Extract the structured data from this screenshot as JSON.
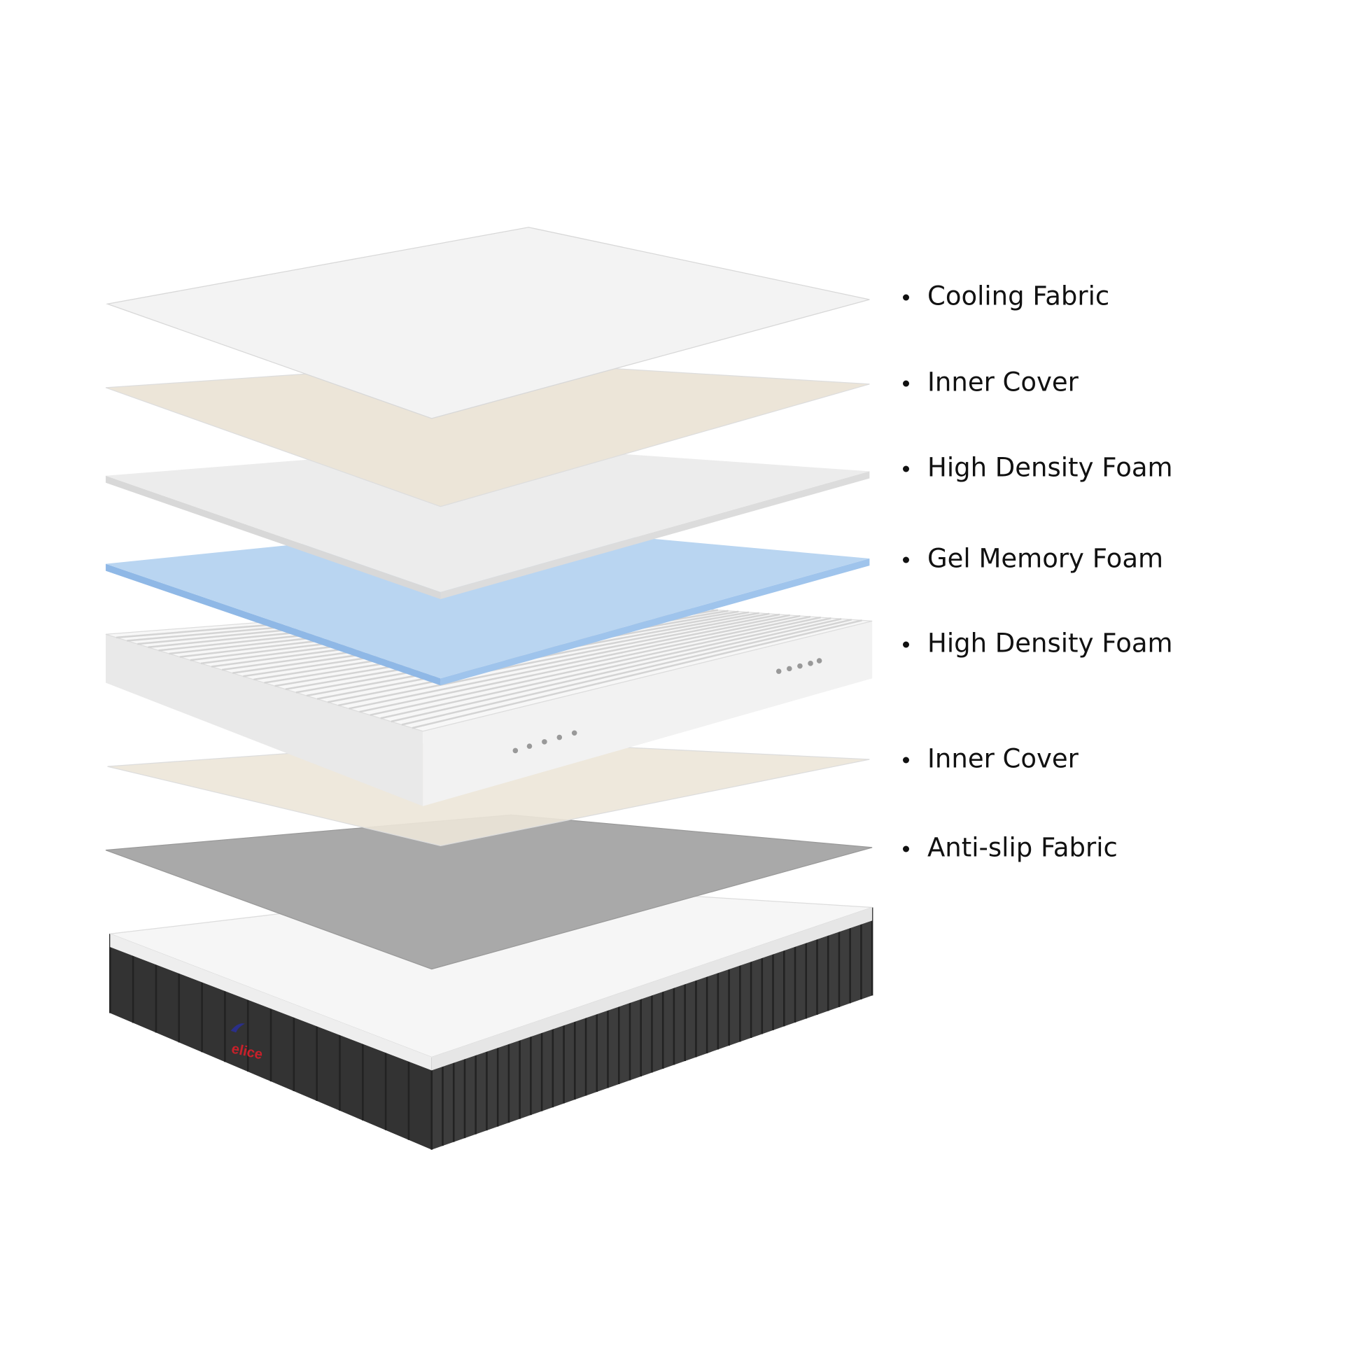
{
  "brand_logo": "Felice",
  "layers": [
    {
      "label": "Cooling Fabric",
      "color": "#f3f3f3"
    },
    {
      "label": "Inner Cover",
      "color": "#ece5d8"
    },
    {
      "label": "High Density Foam",
      "color": "#ececec"
    },
    {
      "label": "Gel Memory Foam",
      "color": "#b9d5f1"
    },
    {
      "label": "High Density Foam",
      "color": "#f1f1f1"
    },
    {
      "label": "Inner Cover",
      "color": "#ece5d8"
    },
    {
      "label": "Anti-slip Fabric",
      "color": "#a9a9a9"
    }
  ],
  "mattress": {
    "top_color": "#f6f6f6",
    "side_color": "#3a3a3a"
  }
}
